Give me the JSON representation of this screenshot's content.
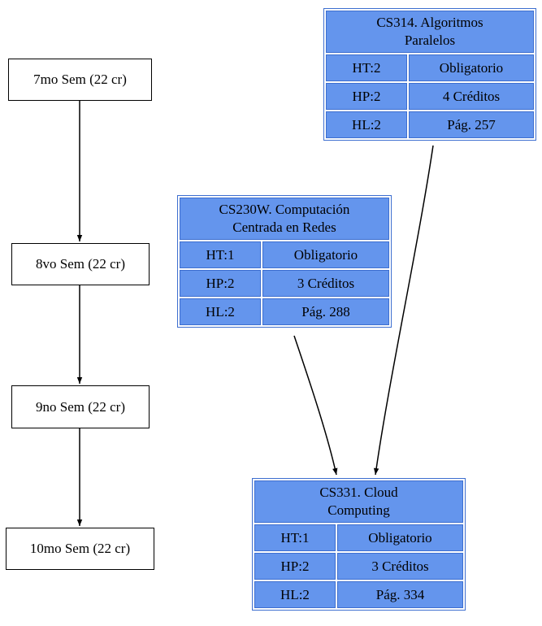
{
  "diagram": {
    "semesters": [
      {
        "label": "7mo Sem (22 cr)"
      },
      {
        "label": "8vo Sem (22 cr)"
      },
      {
        "label": "9no Sem (22 cr)"
      },
      {
        "label": "10mo Sem (22 cr)"
      }
    ],
    "courses": [
      {
        "title1": "CS314. Algoritmos",
        "title2": "Paralelos",
        "rows": [
          {
            "left": "HT:2",
            "right": "Obligatorio"
          },
          {
            "left": "HP:2",
            "right": "4 Créditos"
          },
          {
            "left": "HL:2",
            "right": "Pág. 257"
          }
        ]
      },
      {
        "title1": "CS230W. Computación",
        "title2": "Centrada en Redes",
        "rows": [
          {
            "left": "HT:1",
            "right": "Obligatorio"
          },
          {
            "left": "HP:2",
            "right": "3 Créditos"
          },
          {
            "left": "HL:2",
            "right": "Pág. 288"
          }
        ]
      },
      {
        "title1": "CS331. Cloud",
        "title2": "Computing",
        "rows": [
          {
            "left": "HT:1",
            "right": "Obligatorio"
          },
          {
            "left": "HP:2",
            "right": "3 Créditos"
          },
          {
            "left": "HL:2",
            "right": "Pág. 334"
          }
        ]
      }
    ],
    "colors": {
      "course_fill": "#6495ED",
      "course_border": "#3D6ECF",
      "edge": "#000000",
      "semester_border": "#000000"
    }
  }
}
